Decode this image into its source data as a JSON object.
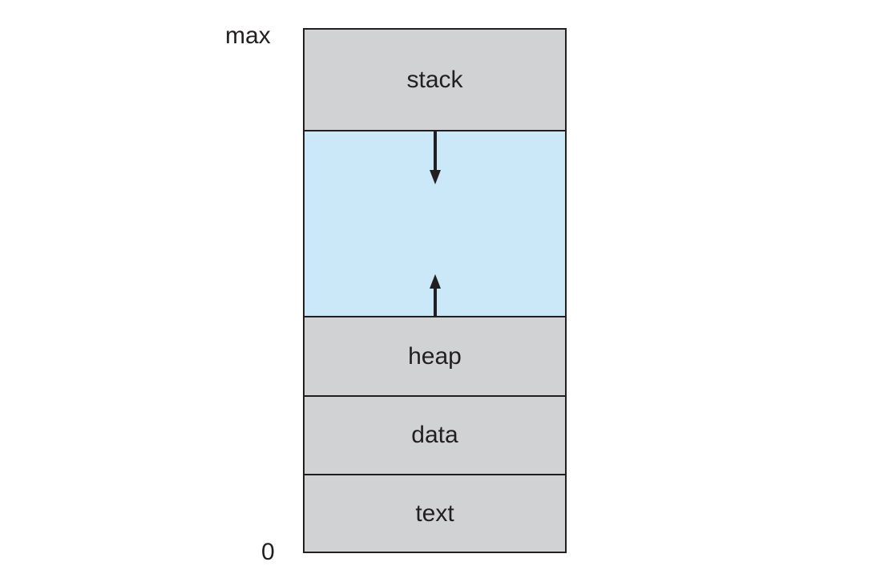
{
  "address_labels": {
    "max": "max",
    "zero": "0"
  },
  "segments": {
    "stack": "stack",
    "heap": "heap",
    "data": "data",
    "text": "text"
  },
  "colors": {
    "segment_fill": "#d1d2d4",
    "free_space_fill": "#cbe8f9",
    "outline": "#231f20"
  }
}
